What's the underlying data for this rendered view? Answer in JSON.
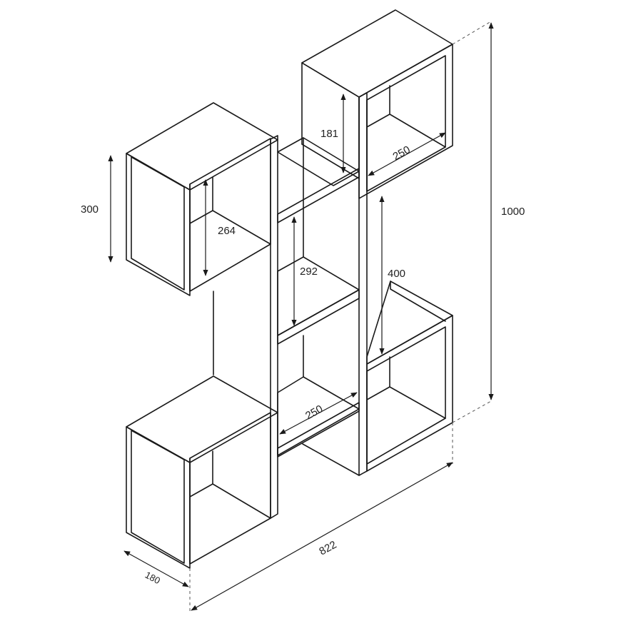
{
  "dimensions": {
    "height_total": "1000",
    "width_total": "822",
    "depth": "180",
    "box_height": "300",
    "box_inner_height": "264",
    "top_gap": "181",
    "mid_gap": "292",
    "right_gap": "400",
    "shelf_width_top": "250",
    "shelf_width_bottom": "250"
  }
}
